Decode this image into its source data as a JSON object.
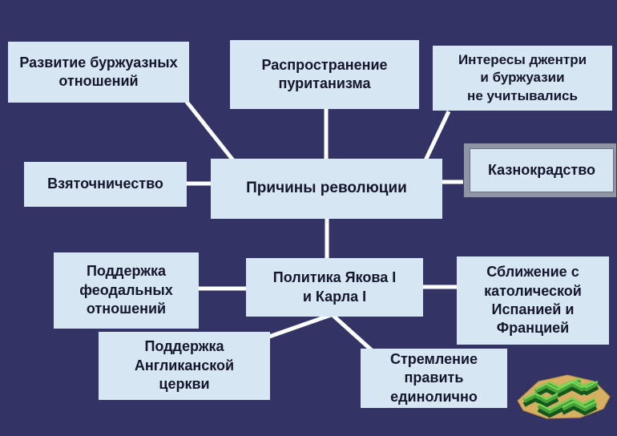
{
  "colors": {
    "background": "#333366",
    "node_fill": "#d6e6f3",
    "node_text": "#15152d",
    "connector": "#ffffff",
    "embezzlement_frame": "#8f95a5",
    "maze_green": "#46a33c",
    "maze_ground": "#d7af62"
  },
  "nodes": {
    "bourgeois_relations": {
      "label": "Развитие буржуазных\nотношений"
    },
    "puritanism": {
      "label": "Распространение\nпуританизма"
    },
    "gentry_interests": {
      "label": "Интересы джентри\nи буржуазии\nне учитывались"
    },
    "bribery": {
      "label": "Взяточничество"
    },
    "causes_center": {
      "label": "Причины революции"
    },
    "embezzlement": {
      "label": "Казнокрадство"
    },
    "feudal_support": {
      "label": "Поддержка\nфеодальных\nотношений"
    },
    "kings_policy": {
      "label": "Политика Якова I\nи Карла I"
    },
    "catholic_rapprochement": {
      "label": "Сближение с\nкатолической\nИспанией и\nФранцией"
    },
    "anglican_support": {
      "label": "Поддержка\nАнгликанской\nцеркви"
    },
    "sole_rule": {
      "label": "Стремление\nправить\nединолично"
    }
  },
  "icons": {
    "maze": "green-hedge-maze-3d"
  }
}
